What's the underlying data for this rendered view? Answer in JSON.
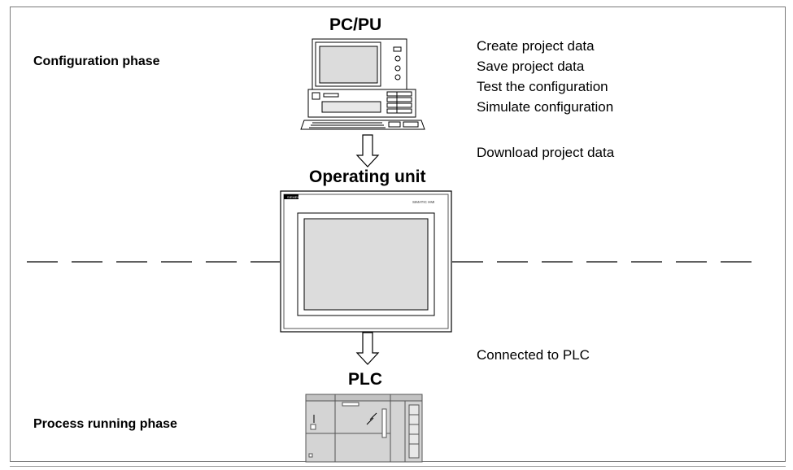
{
  "phases": {
    "configuration": "Configuration phase",
    "process_running": "Process running phase"
  },
  "devices": {
    "pc": "PC/PU",
    "operating_unit": "Operating unit",
    "plc": "PLC",
    "panel_brand": "SIEMENS",
    "panel_model": "SIMATIC HMI"
  },
  "configuration_steps": [
    "Create project data",
    "Save project data",
    "Test the configuration",
    "Simulate configuration"
  ],
  "download_step": "Download project data",
  "plc_step": "Connected to PLC"
}
